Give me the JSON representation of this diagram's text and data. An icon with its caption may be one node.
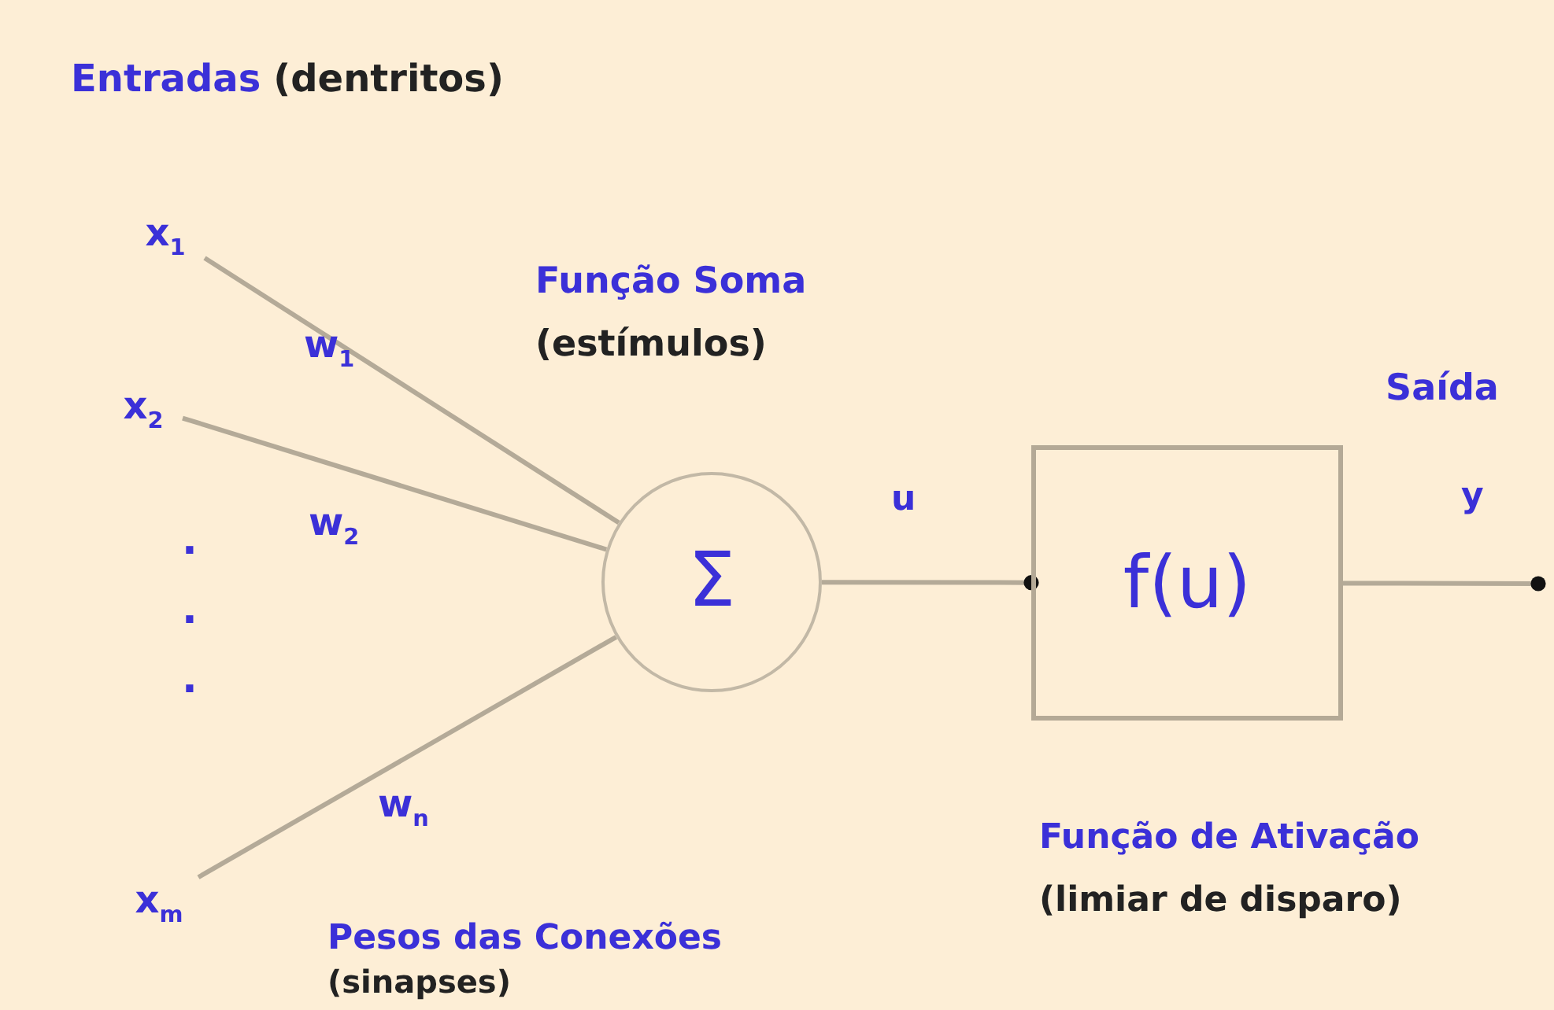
{
  "diagram": {
    "nodes": [
      {
        "text": [
          "x$_{1}$"
        ]
      },
      {
        "text": [
          "x$_{2}$"
        ]
      },
      {
        "text": [
          "x$_{m}$"
        ]
      },
      {
        "text": [
          "Σ"
        ]
      },
      {
        "text": [
          "f(u)"
        ]
      }
    ],
    "edges": [
      {
        "from": 0,
        "to": 3,
        "arrow": "none"
      },
      {
        "from": 1,
        "to": 3,
        "arrow": "none"
      },
      {
        "from": 2,
        "to": 3,
        "arrow": "none"
      },
      {
        "from": 3,
        "to": 4,
        "arrow": "other"
      },
      {
        "from": 4,
        "to": null,
        "arrow": "other"
      }
    ],
    "labels": [
      "Entradas",
      "(dentritos)",
      "w$_{1}$",
      "Função Soma",
      "(estímulos)",
      "w$_{2}$",
      "...",
      "u",
      "Saída",
      "y",
      "w$_{n}$",
      "Função de Ativação",
      "(limiar de disparo)",
      "Pesos das Conexões",
      "(sinapses)"
    ]
  }
}
